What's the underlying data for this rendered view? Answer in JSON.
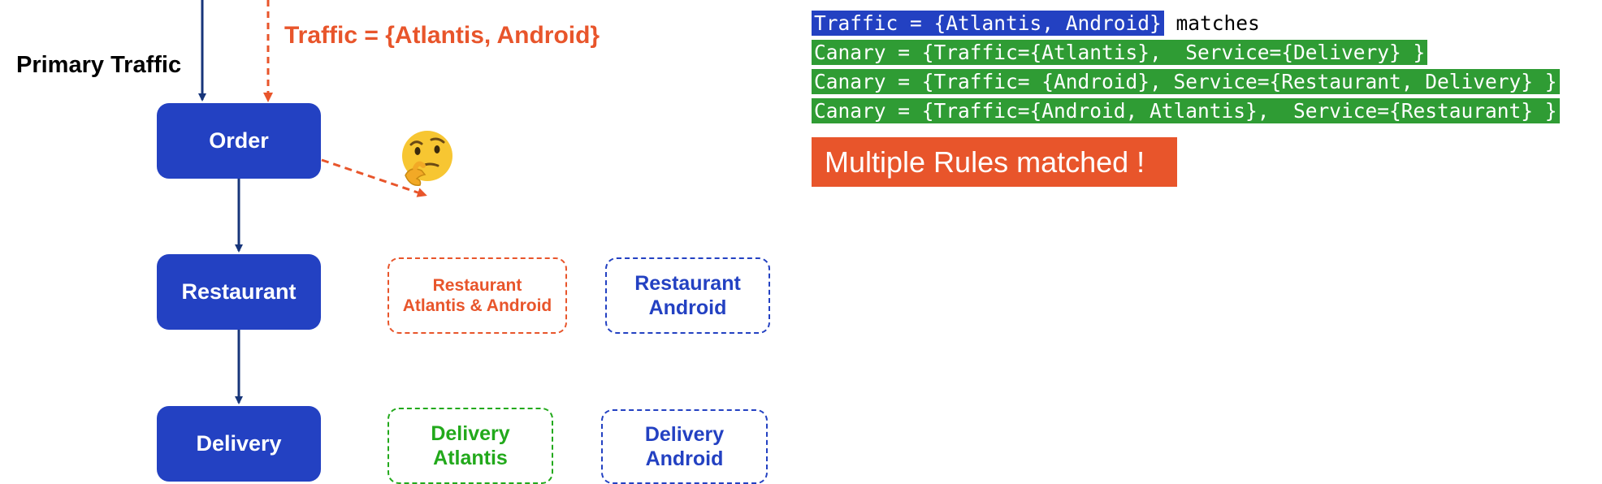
{
  "labels": {
    "primary_traffic": "Primary Traffic",
    "incoming_traffic": "Traffic = {Atlantis, Android}"
  },
  "services": {
    "order": "Order",
    "restaurant": "Restaurant",
    "delivery": "Delivery"
  },
  "canaries": {
    "restaurant_atlantis_android": "Restaurant\nAtlantis & Android",
    "restaurant_android": "Restaurant\nAndroid",
    "delivery_atlantis": "Delivery\nAtlantis",
    "delivery_android": "Delivery\nAndroid"
  },
  "emoji": "thinking-face-icon",
  "code": {
    "traffic_line": "Traffic = {Atlantis, Android}",
    "matches_word": " matches",
    "rule_1": "Canary = {Traffic={Atlantis},  Service={Delivery} }",
    "rule_2": "Canary = {Traffic= {Android}, Service={Restaurant, Delivery} }",
    "rule_3": "Canary = {Traffic={Android, Atlantis},  Service={Restaurant} }"
  },
  "result": "Multiple Rules matched !",
  "colors": {
    "service_blue": "#2341c2",
    "arrow_navy": "#17357a",
    "accent_orange": "#e8552b",
    "canary_green": "#22a91b",
    "code_green": "#2f9c34",
    "code_blue": "#2341c2"
  }
}
